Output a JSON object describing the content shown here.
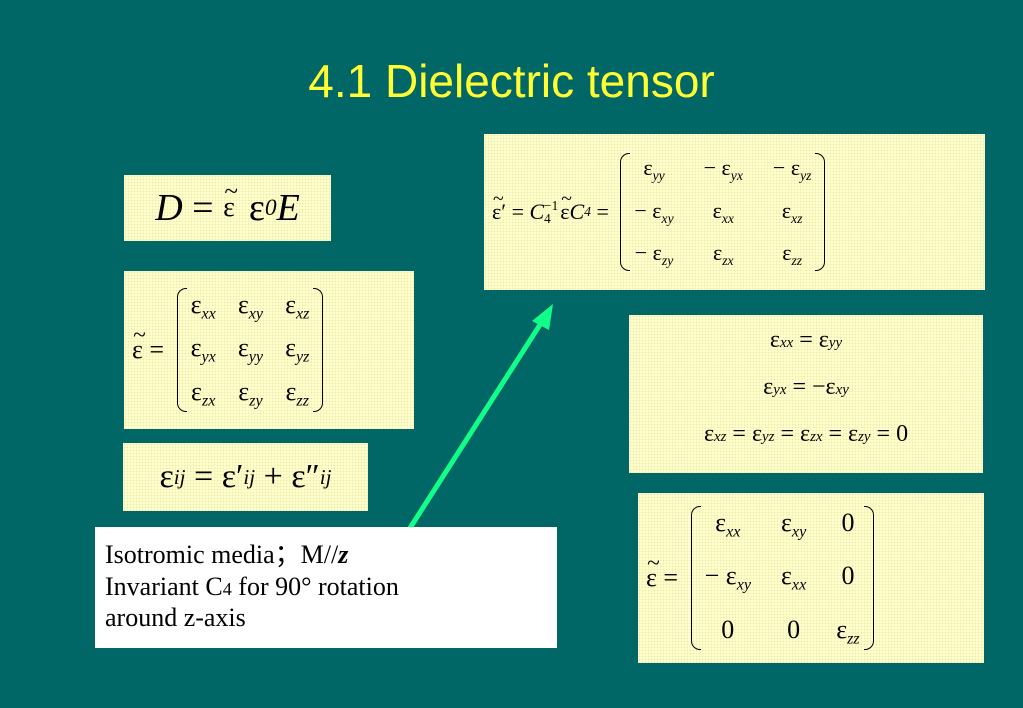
{
  "slide": {
    "title": "4.1 Dielectric tensor"
  },
  "eq_D": {
    "D": "D",
    "eq": "=",
    "eps": "ε",
    "zero": "0",
    "E": "E"
  },
  "matrix_full": {
    "lhs": "ε",
    "eq": "=",
    "rows": [
      [
        "ε|xx",
        "ε|xy",
        "ε|xz"
      ],
      [
        "ε|yx",
        "ε|yy",
        "ε|yz"
      ],
      [
        "ε|zx",
        "ε|zy",
        "ε|zz"
      ]
    ]
  },
  "eq_decomp": {
    "lhs": "ε",
    "lhs_sub": "ij",
    "eq": "=",
    "t1": "ε′",
    "t1_sub": "ij",
    "plus": "+",
    "t2": "ε″",
    "t2_sub": "ij"
  },
  "rotation": {
    "lhs": "ε′",
    "eq1": "=",
    "C": "C",
    "C_sub": "4",
    "C_sup": "−1",
    "eps": "ε",
    "eq2": "=",
    "rows": [
      [
        "ε|yy",
        "− ε|yx",
        "− ε|yz"
      ],
      [
        "− ε|xy",
        "ε|xx",
        "ε|xz"
      ],
      [
        "− ε|zy",
        "ε|zx",
        "ε|zz"
      ]
    ]
  },
  "relations": {
    "line1": {
      "a": "ε",
      "a_sub": "xx",
      "eq": "=",
      "b": "ε",
      "b_sub": "yy"
    },
    "line2": {
      "a": "ε",
      "a_sub": "yx",
      "eq": "=",
      "b": "−ε",
      "b_sub": "xy"
    },
    "line3": {
      "terms": [
        "xz",
        "yz",
        "zx",
        "zy"
      ],
      "eps": "ε",
      "eq": "=",
      "zero": "0"
    }
  },
  "matrix_result": {
    "lhs": "ε",
    "eq": "=",
    "rows": [
      [
        "ε|xx",
        "ε|xy",
        "0"
      ],
      [
        "− ε|xy",
        "ε|xx",
        "0"
      ],
      [
        "0",
        "0",
        "ε|zz"
      ]
    ]
  },
  "note": {
    "line1_text": "Isotromic media；M//",
    "line1_z": "z",
    "line2_a": "Invariant C",
    "line2_sub": "4",
    "line2_b": " for 90° rotation",
    "line3": "around z-axis"
  },
  "colors": {
    "background": "#006666",
    "title": "#ffff33",
    "box": "#ffffcc",
    "arrow": "#11ff88"
  },
  "icons": {
    "arrow": "arrow-up-right-icon"
  }
}
